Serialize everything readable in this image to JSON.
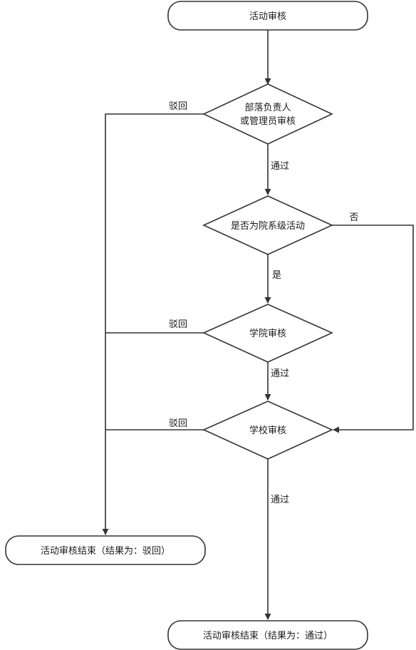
{
  "nodes": {
    "start": "活动审核",
    "tribe_review_line1": "部落负责人",
    "tribe_review_line2": "或管理员审核",
    "is_college_activity": "是否为院系级活动",
    "college_review": "学院审核",
    "school_review": "学校审核",
    "end_rejected": "活动审核结束（结果为：驳回）",
    "end_approved": "活动审核结束（结果为：通过）"
  },
  "edges": {
    "reject_1": "驳回",
    "approve_1": "通过",
    "no": "否",
    "yes": "是",
    "reject_2": "驳回",
    "approve_2": "通过",
    "reject_3": "驳回",
    "approve_3": "通过"
  },
  "colors": {
    "stroke": "#333333",
    "fill": "#ffffff",
    "text": "#1a1a1a"
  }
}
